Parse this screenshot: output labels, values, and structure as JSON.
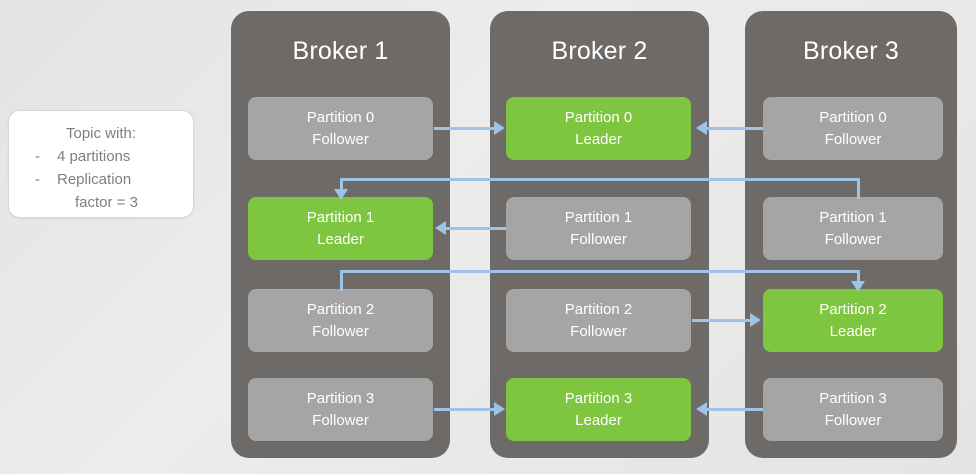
{
  "topic_note": {
    "title": "Topic with:",
    "bullets": [
      {
        "dash": "-",
        "line1": "4 partitions",
        "line2": ""
      },
      {
        "dash": "-",
        "line1": "Replication",
        "line2": "factor = 3"
      }
    ]
  },
  "colors": {
    "leader": "#7ec540",
    "follower": "#a5a5a5",
    "broker": "#6d6a67",
    "arrow": "#9dc3e6",
    "background": "#e9e9e9",
    "note_text": "#7f7f7f"
  },
  "brokers": [
    {
      "title": "Broker 1",
      "partitions": [
        {
          "name": "Partition 0",
          "role": "Follower"
        },
        {
          "name": "Partition 1",
          "role": "Leader"
        },
        {
          "name": "Partition 2",
          "role": "Follower"
        },
        {
          "name": "Partition 3",
          "role": "Follower"
        }
      ]
    },
    {
      "title": "Broker 2",
      "partitions": [
        {
          "name": "Partition 0",
          "role": "Leader"
        },
        {
          "name": "Partition 1",
          "role": "Follower"
        },
        {
          "name": "Partition 2",
          "role": "Follower"
        },
        {
          "name": "Partition 3",
          "role": "Leader"
        }
      ]
    },
    {
      "title": "Broker 3",
      "partitions": [
        {
          "name": "Partition 0",
          "role": "Follower"
        },
        {
          "name": "Partition 1",
          "role": "Follower"
        },
        {
          "name": "Partition 2",
          "role": "Leader"
        },
        {
          "name": "Partition 3",
          "role": "Follower"
        }
      ]
    }
  ]
}
